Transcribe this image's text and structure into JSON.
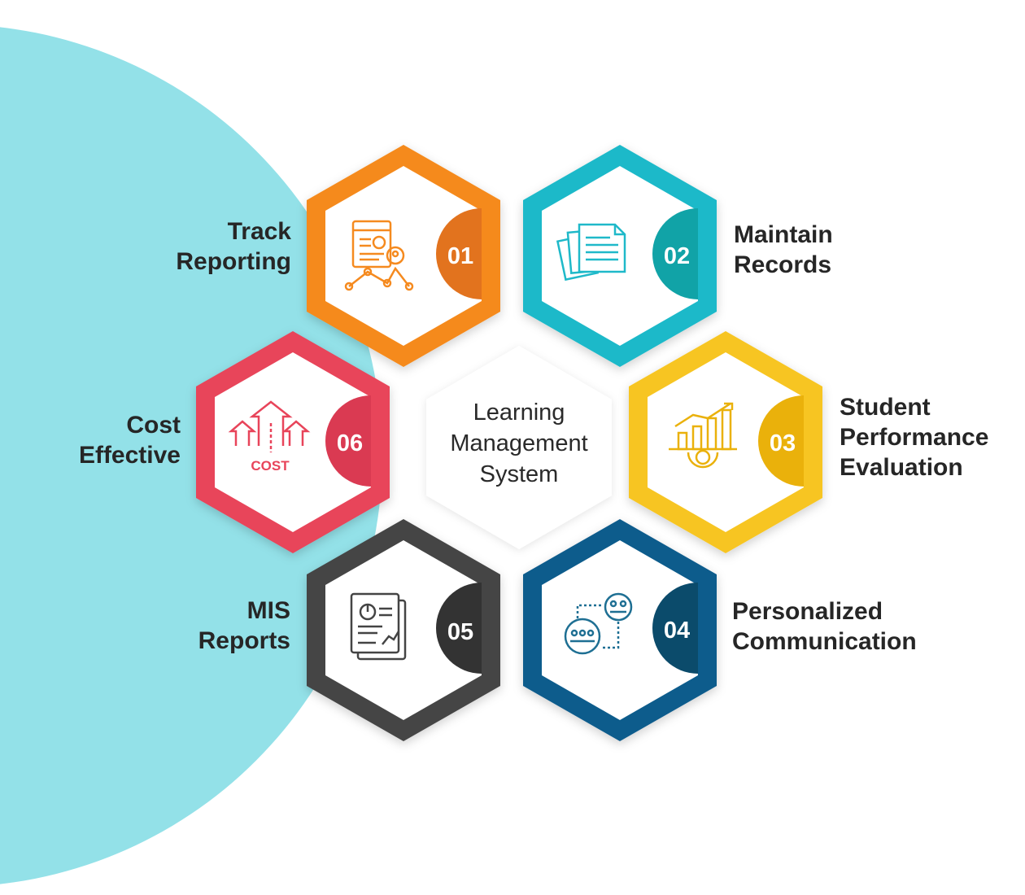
{
  "center": {
    "title_lines": [
      "Learning",
      "Management",
      "System"
    ]
  },
  "items": [
    {
      "number": "01",
      "label_lines": [
        "Track",
        "Reporting"
      ],
      "icon": "report-analytics-icon",
      "color": "#F58A1F",
      "tab_color": "#E2731E"
    },
    {
      "number": "02",
      "label_lines": [
        "Maintain",
        "Records"
      ],
      "icon": "documents-icon",
      "color": "#1FB9C9",
      "tab_color": "#11A3A7"
    },
    {
      "number": "03",
      "label_lines": [
        "Student",
        "Performance",
        "Evaluation"
      ],
      "icon": "performance-chart-gear-icon",
      "color": "#F7C523",
      "tab_color": "#EAB10B"
    },
    {
      "number": "04",
      "label_lines": [
        "Personalized",
        "Communication"
      ],
      "icon": "group-communication-icon",
      "color": "#0D5B8C",
      "tab_color": "#0B4B6B"
    },
    {
      "number": "05",
      "label_lines": [
        "MIS",
        "Reports"
      ],
      "icon": "mis-report-icon",
      "color": "#444444",
      "tab_color": "#333333"
    },
    {
      "number": "06",
      "label_lines": [
        "Cost",
        "Effective"
      ],
      "icon": "cost-arrows-icon",
      "color": "#E8445A",
      "tab_color": "#DA3A52",
      "icon_text": "COST"
    }
  ],
  "background_circle_color": "#93E1E8"
}
